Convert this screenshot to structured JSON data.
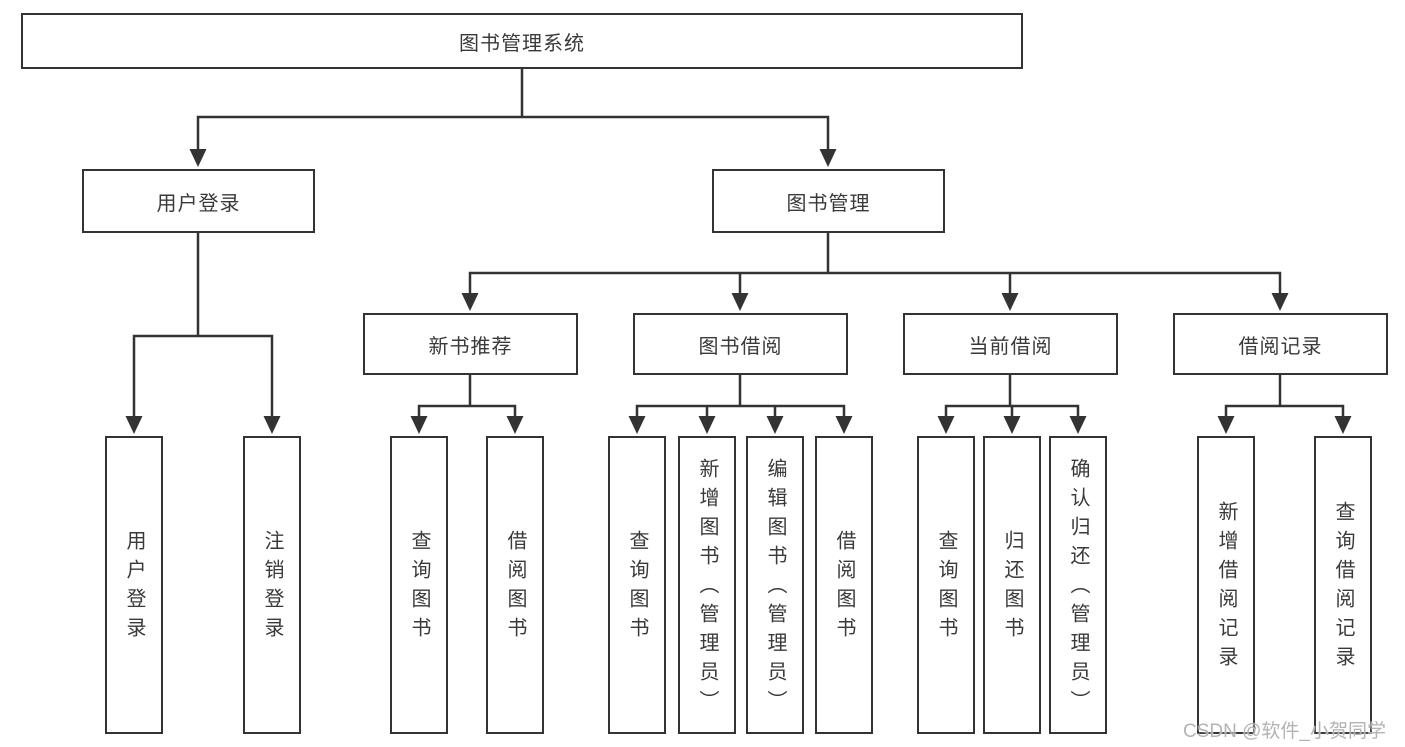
{
  "diagram": {
    "root": "图书管理系统",
    "branches": [
      {
        "label": "用户登录",
        "leaves": [
          "用户登录",
          "注销登录"
        ]
      },
      {
        "label": "图书管理",
        "children": [
          {
            "label": "新书推荐",
            "leaves": [
              "查询图书",
              "借阅图书"
            ]
          },
          {
            "label": "图书借阅",
            "leaves": [
              "查询图书",
              "新增图书（管理员）",
              "编辑图书（管理员）",
              "借阅图书"
            ]
          },
          {
            "label": "当前借阅",
            "leaves": [
              "查询图书",
              "归还图书",
              "确认归还（管理员）"
            ]
          },
          {
            "label": "借阅记录",
            "leaves": [
              "新增借阅记录",
              "查询借阅记录"
            ]
          }
        ]
      }
    ]
  },
  "watermark": "CSDN @软件_小贺同学",
  "colors": {
    "line": "#333333",
    "box_border": "#333333",
    "text": "#3a3a3a",
    "watermark": "#b3b3b3",
    "background": "#ffffff"
  }
}
